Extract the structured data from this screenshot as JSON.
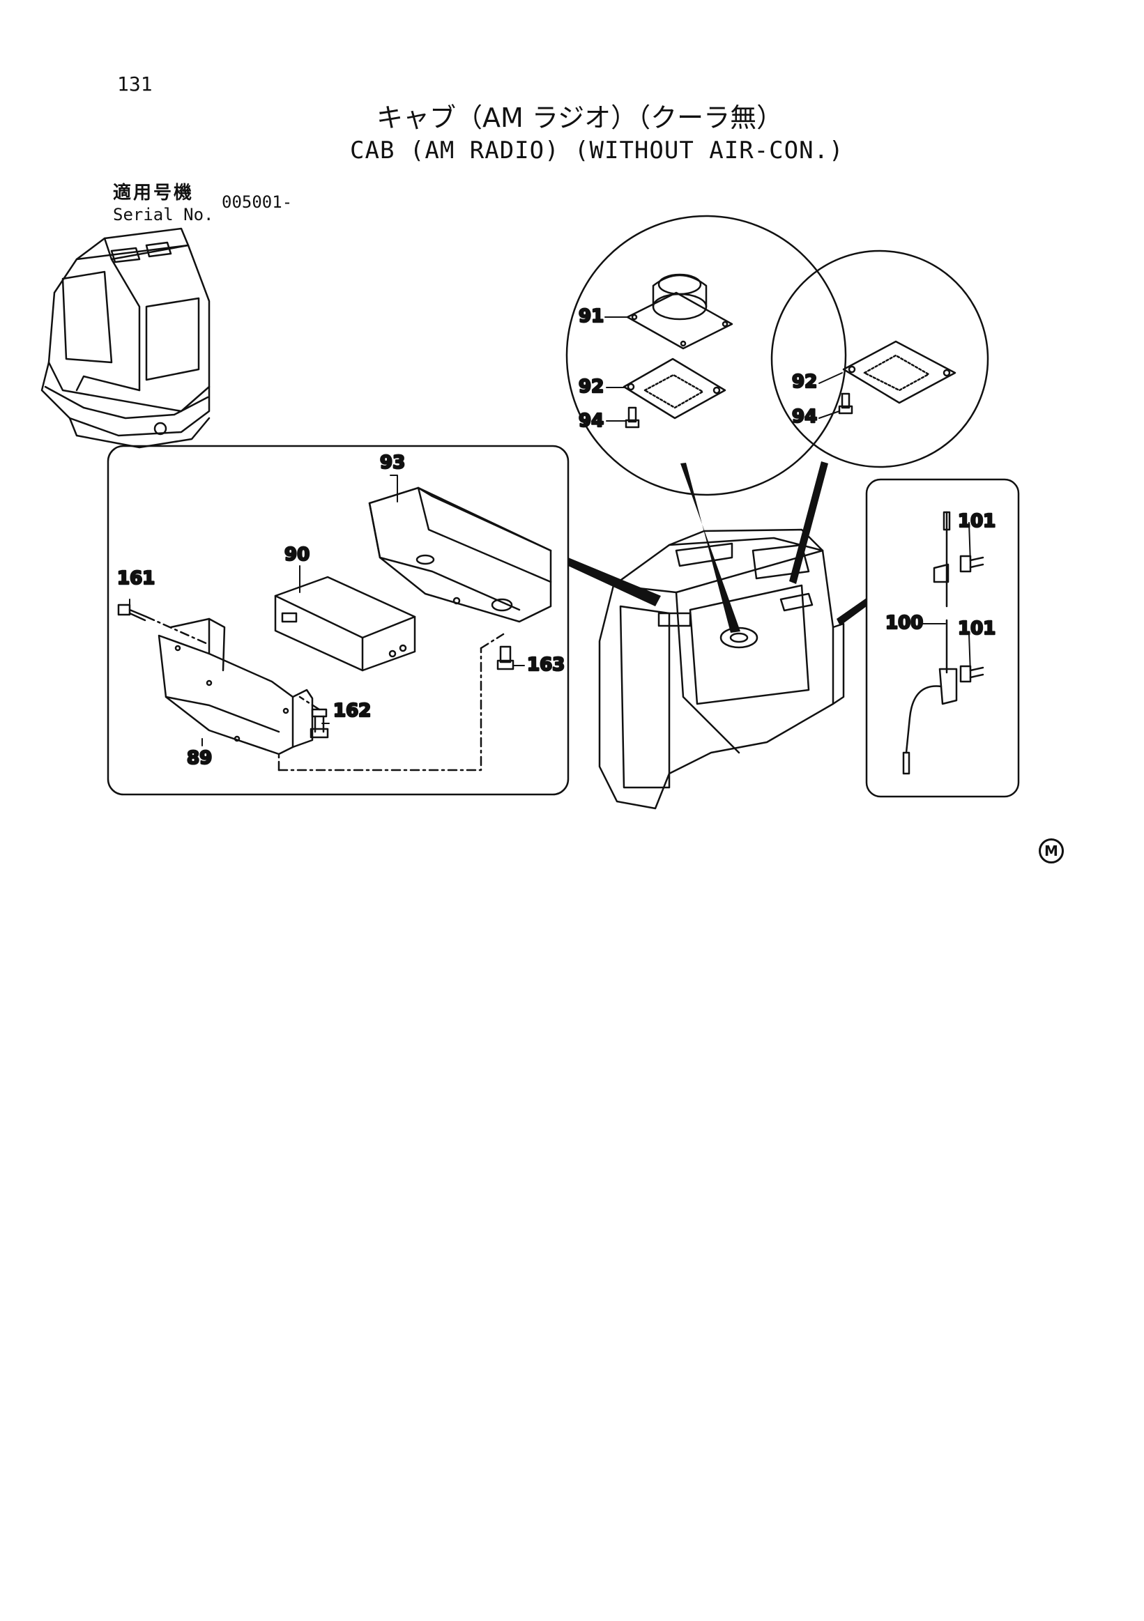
{
  "header": {
    "page_number": "131",
    "title_jp": "キャブ（AM ラジオ）（クーラ無）",
    "title_en": "CAB (AM RADIO) (WITHOUT AIR-CON.)",
    "serial_label_jp": "適用号機",
    "serial_label_en": "Serial No.",
    "serial_value": "005001-"
  },
  "callouts": {
    "p89": "89",
    "p90": "90",
    "p91": "91",
    "p92a": "92",
    "p92b": "92",
    "p93": "93",
    "p94a": "94",
    "p94b": "94",
    "p100": "100",
    "p101a": "101",
    "p101b": "101",
    "p161": "161",
    "p162": "162",
    "p163": "163"
  },
  "footer": {
    "mark": "M"
  }
}
